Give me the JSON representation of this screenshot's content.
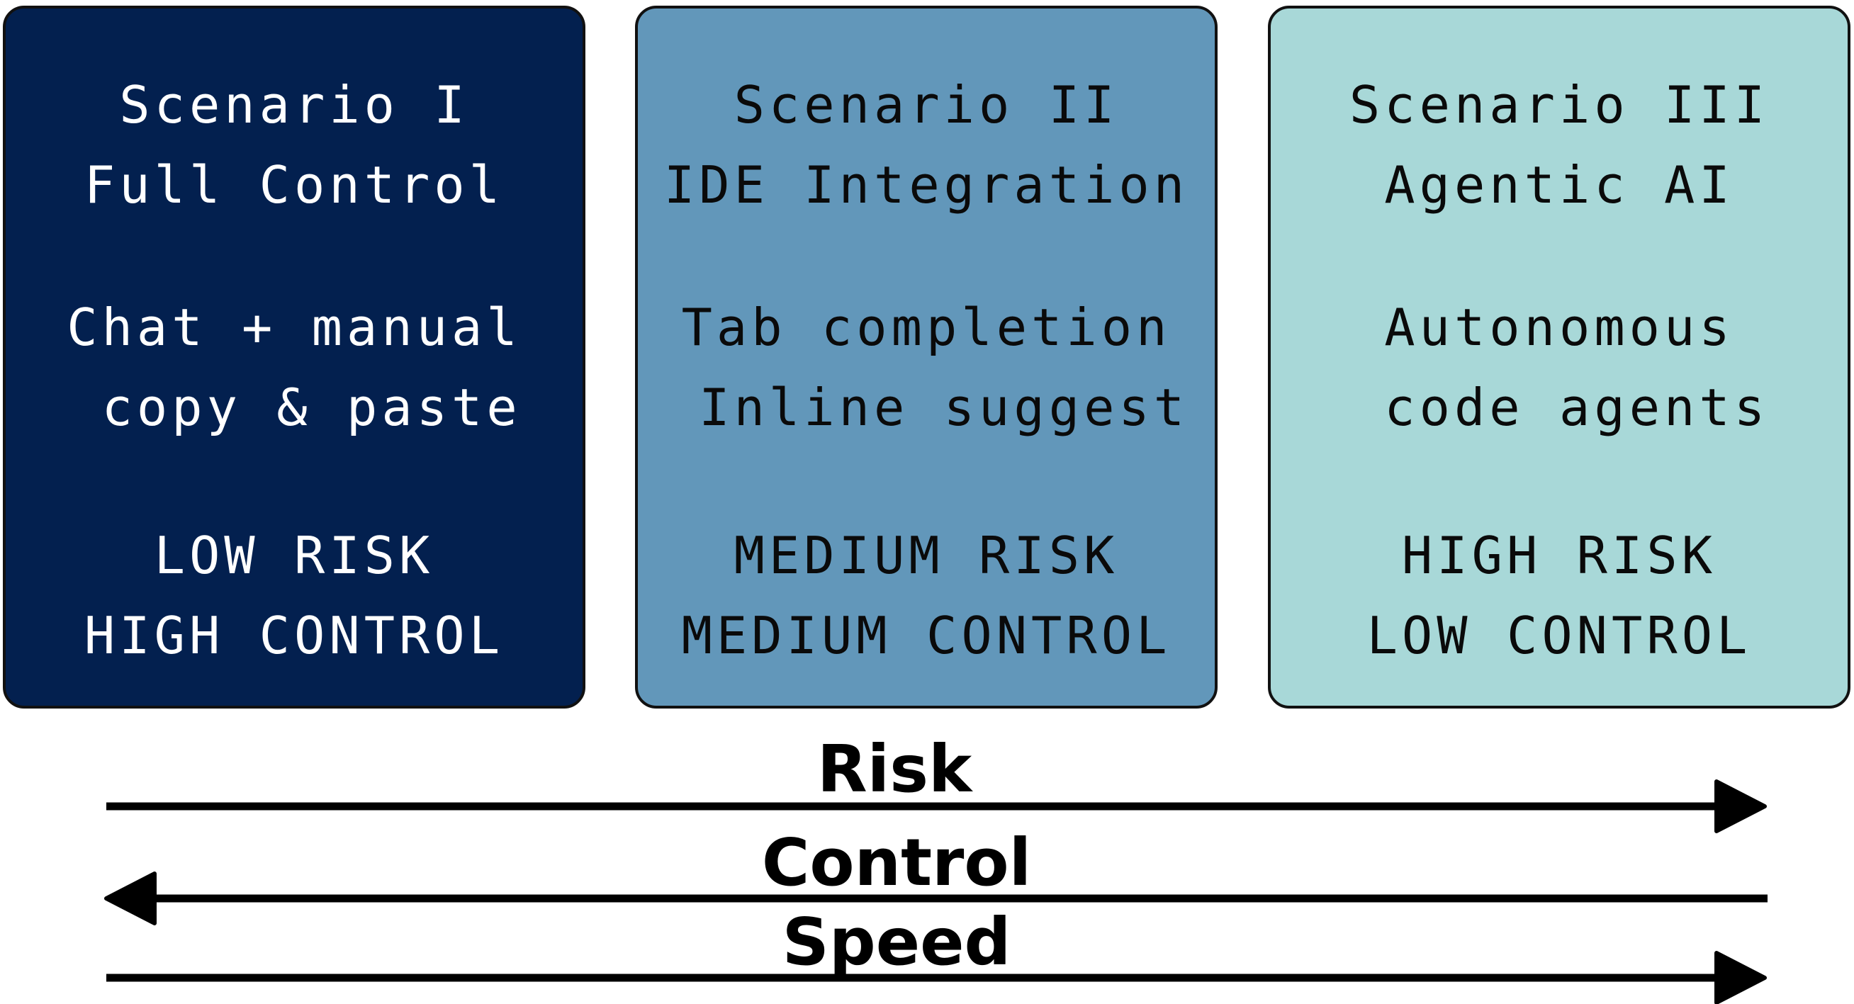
{
  "scenarios": [
    {
      "title": "Scenario I",
      "subtitle": "Full Control",
      "feature_1": "Chat + manual",
      "feature_2": " copy & paste",
      "risk": "LOW RISK",
      "control": "HIGH CONTROL",
      "color": "#03204f"
    },
    {
      "title": "Scenario II",
      "subtitle": "IDE Integration",
      "feature_1": "Tab completion",
      "feature_2": " Inline suggest",
      "risk": "MEDIUM RISK",
      "control": "MEDIUM CONTROL",
      "color": "#6297ba"
    },
    {
      "title": "Scenario III",
      "subtitle": "Agentic AI",
      "feature_1": "Autonomous",
      "feature_2": " code agents",
      "risk": "HIGH RISK",
      "control": "LOW CONTROL",
      "color": "#a8d8d8"
    }
  ],
  "axes": {
    "risk": {
      "label": "Risk",
      "direction": "right"
    },
    "control": {
      "label": "Control",
      "direction": "left"
    },
    "speed": {
      "label": "Speed",
      "direction": "right"
    }
  }
}
